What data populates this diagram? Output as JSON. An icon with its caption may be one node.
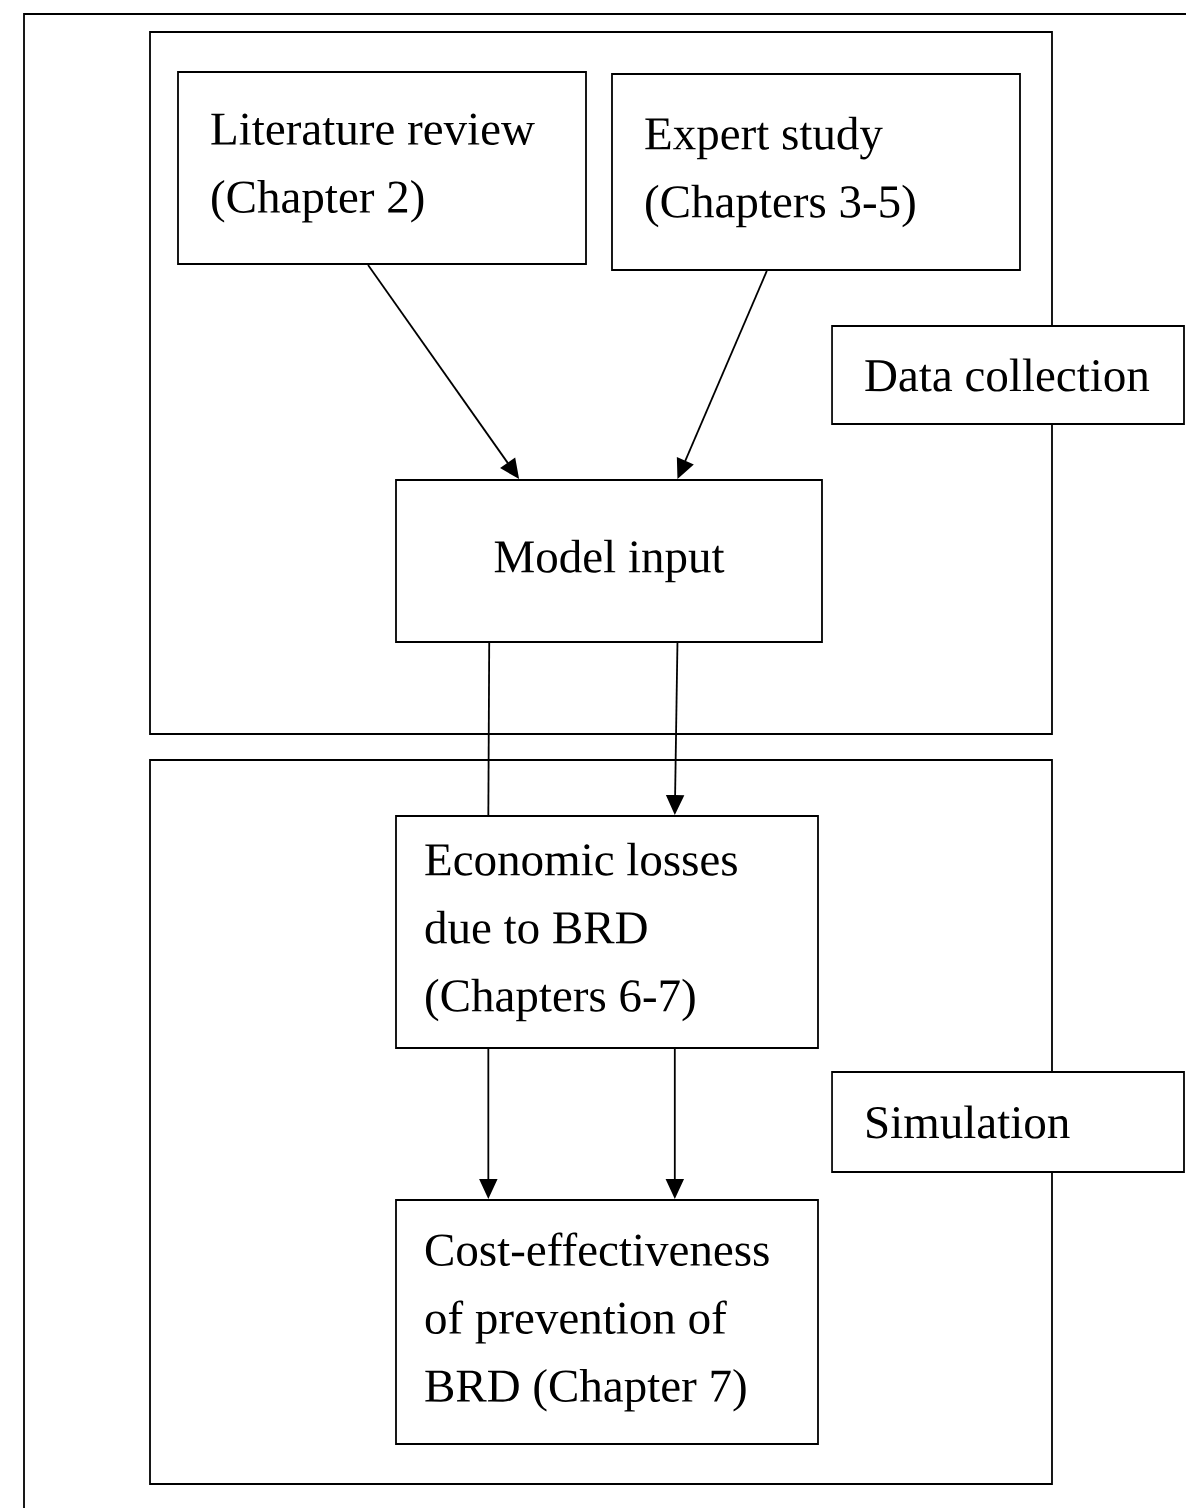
{
  "diagram": {
    "nodes": [
      {
        "text": [],
        "shape": "box"
      },
      {
        "text": [
          "Literature review (Chapter 2)"
        ],
        "in": 0
      },
      {
        "text": [
          "Expert study (Chapters 3-5)"
        ],
        "in": 0
      },
      {
        "text": [
          "Model input"
        ],
        "in": 0
      },
      {
        "text": [
          "Data collection"
        ]
      },
      {
        "text": [],
        "shape": "box"
      },
      {
        "text": [
          "Economic losses due to BRD (Chapters 6-7)"
        ],
        "in": 5
      },
      {
        "text": [
          "Cost-effectiveness of prevention of BRD (Chapter 7)"
        ],
        "in": 5
      },
      {
        "text": [
          "Simulation"
        ]
      }
    ],
    "edges": [
      {
        "from": 1,
        "to": 3,
        "arrow": "to"
      },
      {
        "from": 2,
        "to": 3,
        "arrow": "to"
      },
      {
        "from": 3,
        "to": 6,
        "arrow": "none"
      },
      {
        "from": 3,
        "to": 6,
        "arrow": "to"
      },
      {
        "from": 6,
        "to": 7,
        "arrow": "to"
      },
      {
        "from": 6,
        "to": 7,
        "arrow": "to"
      }
    ]
  }
}
